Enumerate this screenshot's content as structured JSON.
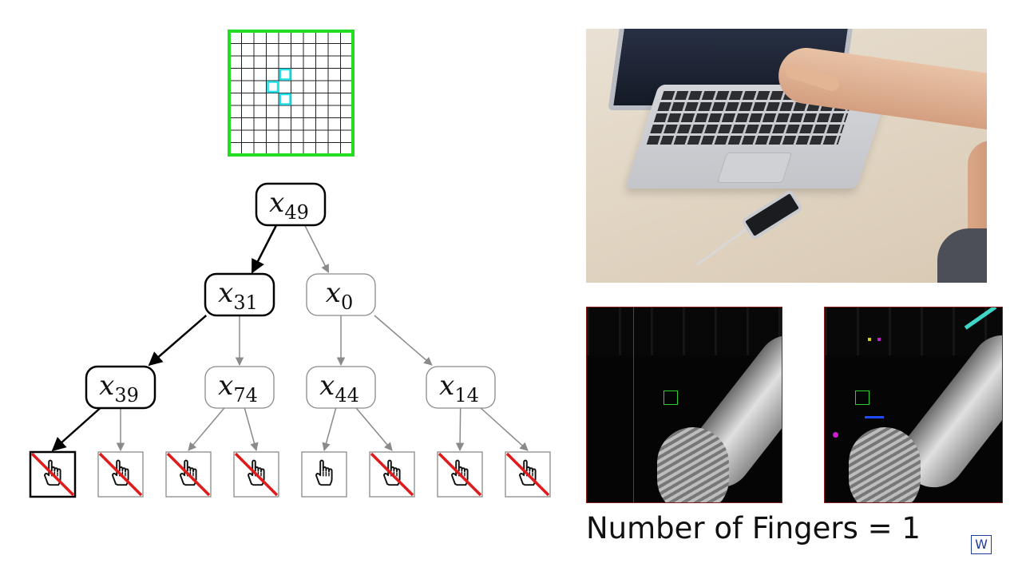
{
  "caption": "Number of Fingers = 1",
  "watermark": "W",
  "colors": {
    "grid_frame": "#22dd22",
    "highlight": "#22e0e8",
    "active": "#000000",
    "inactive": "#8a8a8a",
    "cross": "#e01b1b"
  },
  "grid": {
    "cells": 10,
    "highlighted_cells": [
      [
        4,
        3
      ],
      [
        3,
        4
      ],
      [
        4,
        5
      ]
    ]
  },
  "tree": {
    "nodes": [
      {
        "id": "n49",
        "base": "x",
        "sub": "49",
        "active": true
      },
      {
        "id": "n31",
        "base": "x",
        "sub": "31",
        "active": true
      },
      {
        "id": "n0",
        "base": "x",
        "sub": "0",
        "active": false
      },
      {
        "id": "n39",
        "base": "x",
        "sub": "39",
        "active": true
      },
      {
        "id": "n74",
        "base": "x",
        "sub": "74",
        "active": false
      },
      {
        "id": "n44",
        "base": "x",
        "sub": "44",
        "active": false
      },
      {
        "id": "n14",
        "base": "x",
        "sub": "14",
        "active": false
      }
    ],
    "leaves": [
      {
        "crossed": true,
        "active": true
      },
      {
        "crossed": true,
        "active": false
      },
      {
        "crossed": true,
        "active": false
      },
      {
        "crossed": true,
        "active": false
      },
      {
        "crossed": false,
        "active": false
      },
      {
        "crossed": true,
        "active": false
      },
      {
        "crossed": true,
        "active": false
      },
      {
        "crossed": true,
        "active": false
      }
    ],
    "icon": "pointing-hand-icon"
  }
}
